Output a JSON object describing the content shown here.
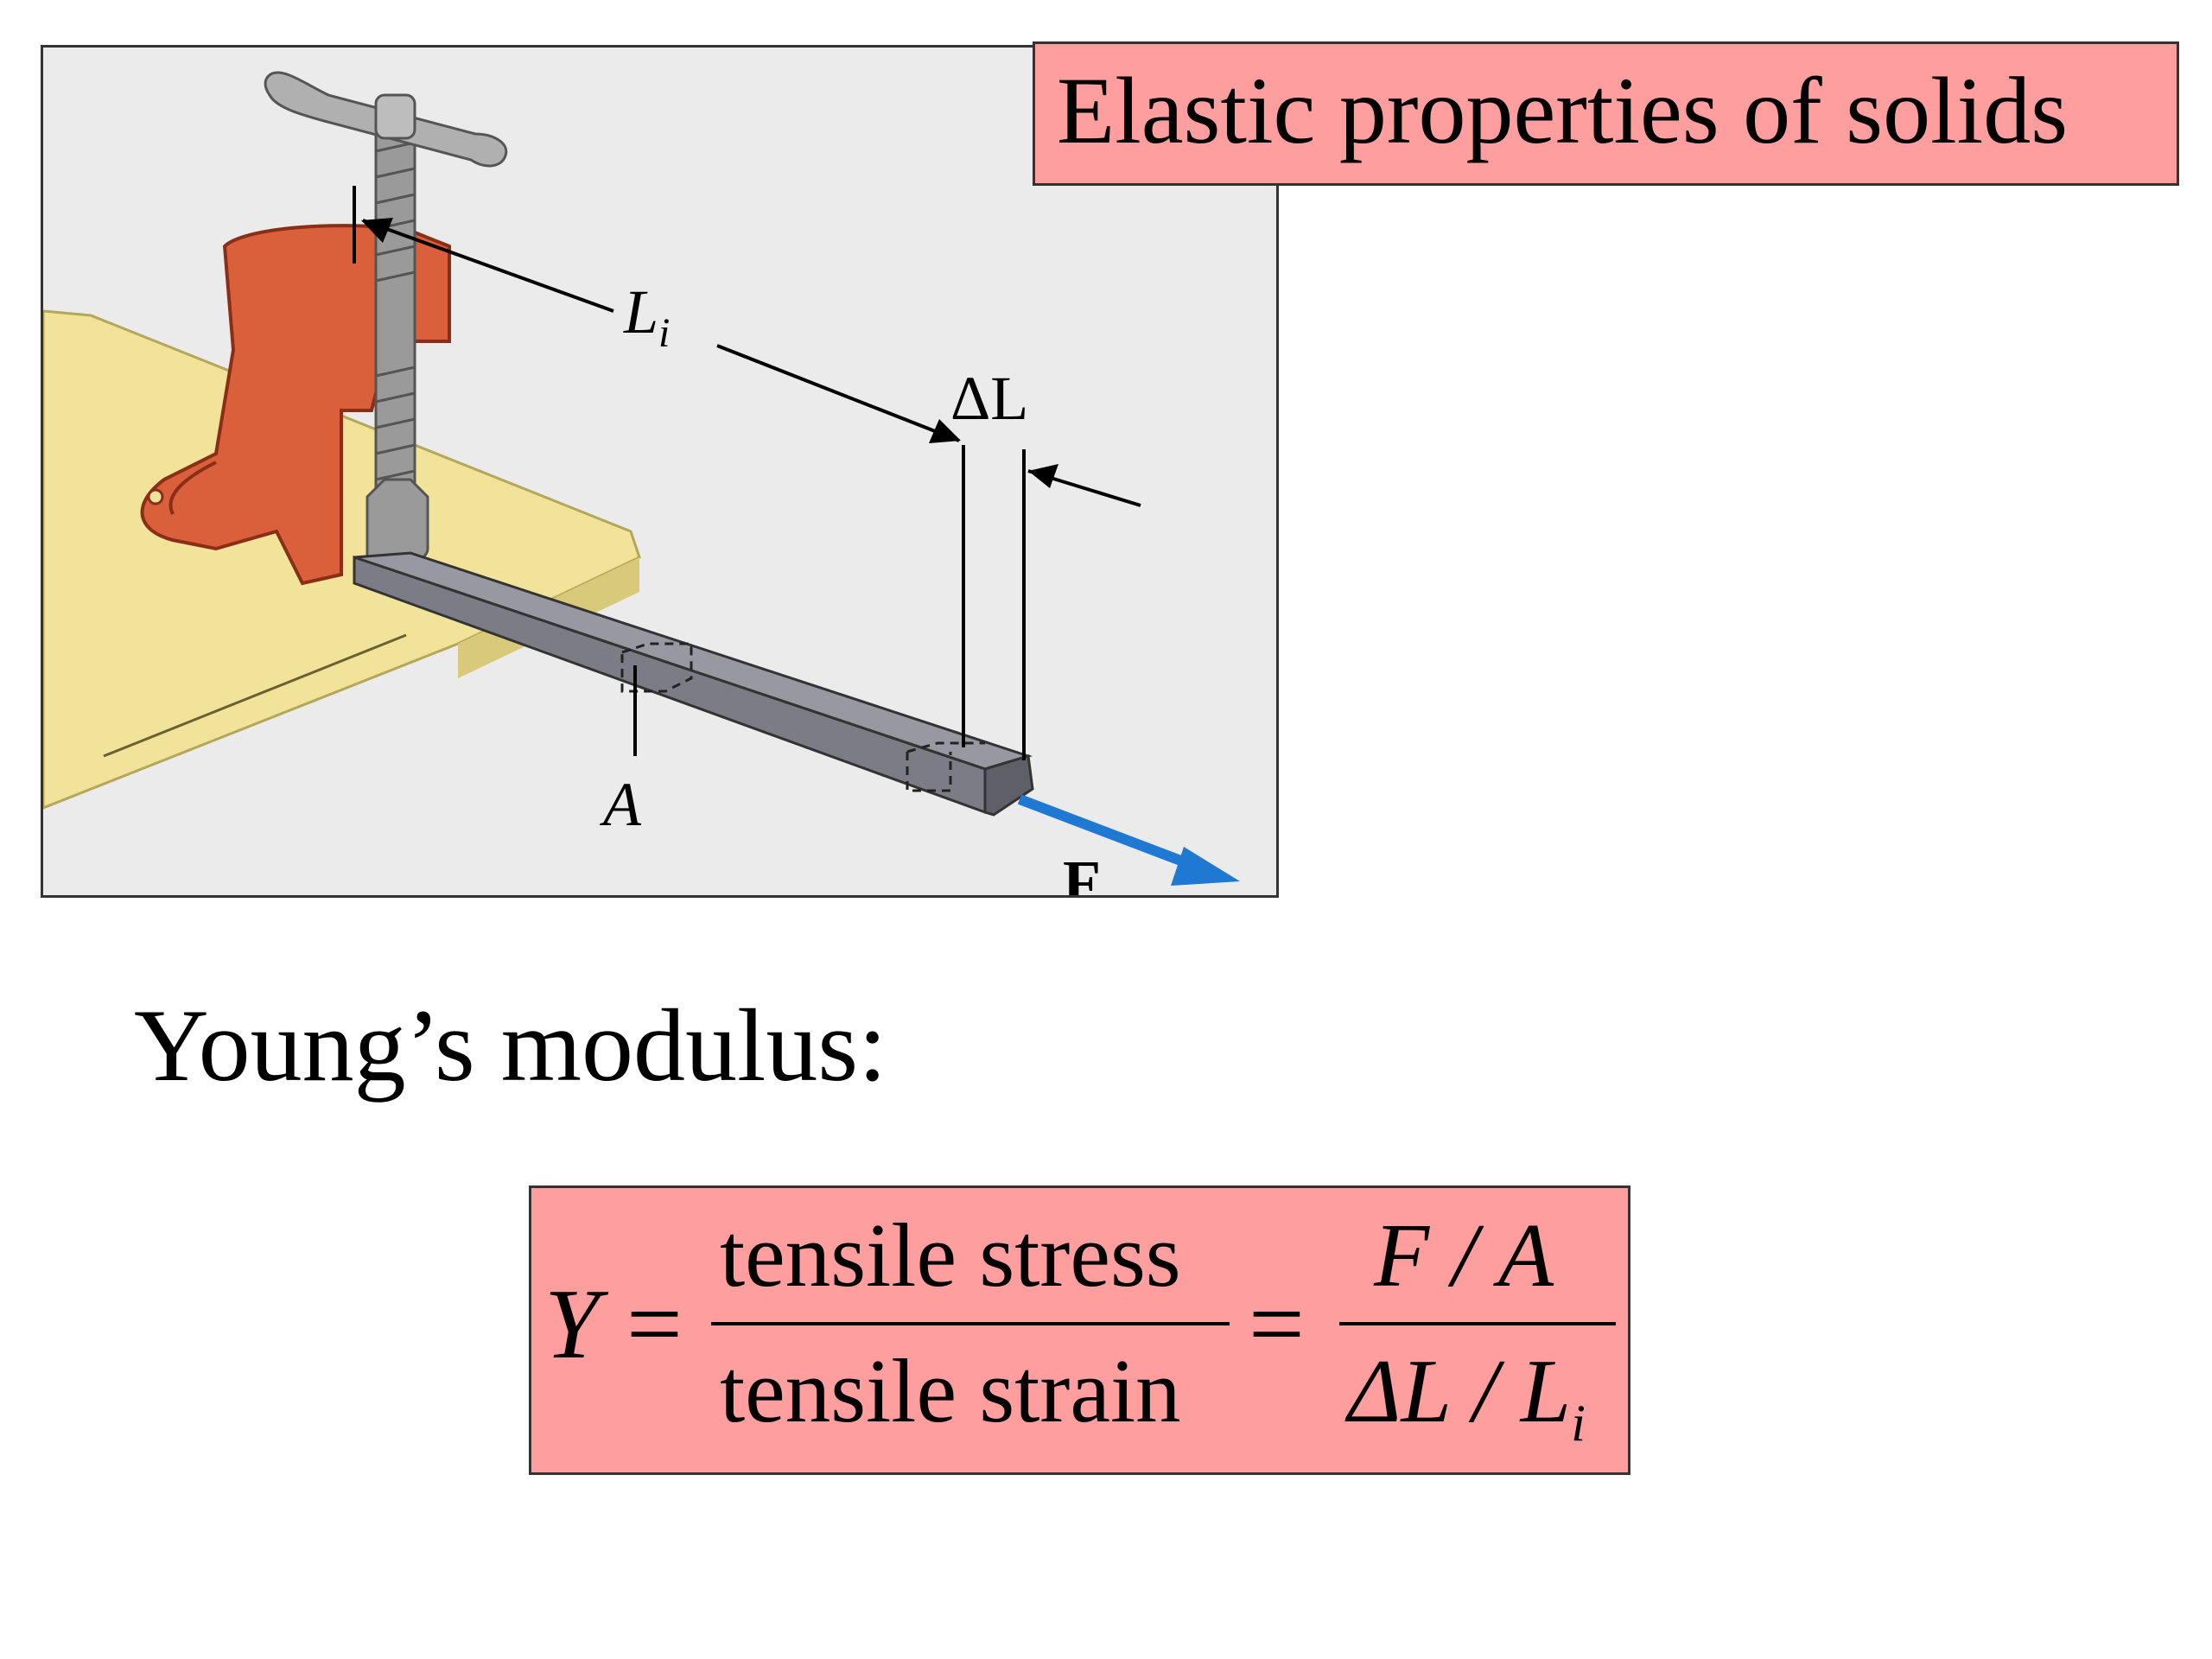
{
  "title": "Elastic properties of solids",
  "figure": {
    "label_length": "L",
    "label_length_sub": "i",
    "label_delta": "ΔL",
    "label_area": "A",
    "label_force": "F",
    "colors": {
      "background": "#ebebeb",
      "table": "#f1e39a",
      "clamp": "#d9603a",
      "rod": "#8c8c97",
      "arrow": "#1f78d1"
    }
  },
  "subtitle": "Young’s modulus:",
  "formula": {
    "lhs": "Y",
    "equals": "=",
    "numerator_1": "tensile  stress",
    "denominator_1": "tensile  strain",
    "numerator_2": "F / A",
    "denominator_2": "ΔL / L",
    "denominator_2_sub": "i"
  },
  "colors": {
    "box_fill": "#ff9e9e",
    "box_border": "#333333"
  }
}
